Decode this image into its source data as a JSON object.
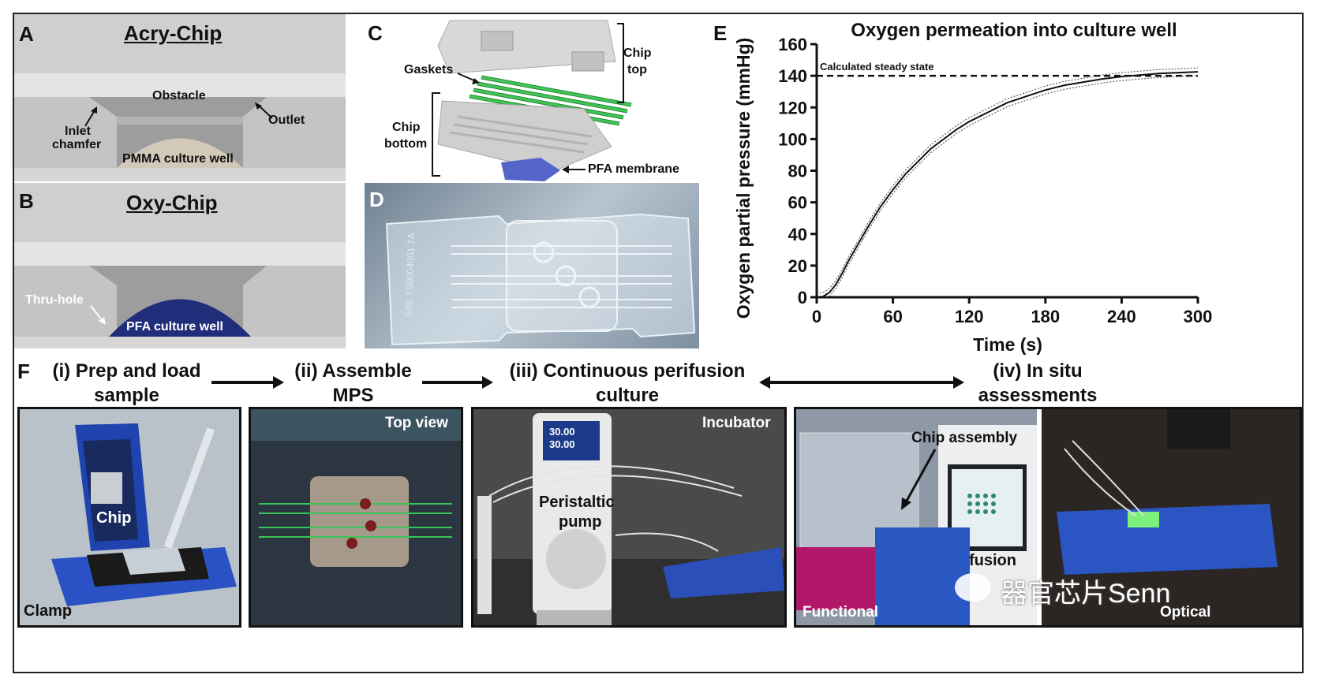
{
  "panels": {
    "A": {
      "letter": "A",
      "title": "Acry-Chip",
      "labels": {
        "obstacle": "Obstacle",
        "inlet": "Inlet",
        "chamfer": "chamfer",
        "outlet": "Outlet",
        "well": "PMMA culture well"
      }
    },
    "B": {
      "letter": "B",
      "title": "Oxy-Chip",
      "labels": {
        "thru_hole": "Thru-hole",
        "well": "PFA culture well"
      }
    },
    "C": {
      "letter": "C",
      "labels": {
        "gaskets": "Gaskets",
        "chip_top_1": "Chip",
        "chip_top_2": "top",
        "chip_bottom_1": "Chip",
        "chip_bottom_2": "bottom",
        "membrane": "PFA membrane"
      }
    },
    "D": {
      "letter": "D",
      "serial": "S/N: TS0004051 7A"
    },
    "E": {
      "letter": "E"
    },
    "F": {
      "letter": "F",
      "steps": [
        {
          "line1": "(i) Prep and load",
          "line2": "sample"
        },
        {
          "line1": "(ii) Assemble",
          "line2": "MPS"
        },
        {
          "line1": "(iii) Continuous perifusion",
          "line2": "culture"
        },
        {
          "line1": "(iv) In situ",
          "line2": "assessments"
        }
      ],
      "photo1": {
        "chip": "Chip",
        "clamp": "Clamp"
      },
      "photo2": {
        "view": "Top view"
      },
      "photo3": {
        "place": "Incubator",
        "pump1": "Peristaltic",
        "pump2": "pump",
        "lcd1": "30.00",
        "lcd2": "30.00"
      },
      "photo4": {
        "assembly": "Chip assembly",
        "functional": "Functional",
        "optical": "Optical",
        "machine1": "fusion"
      }
    }
  },
  "watermark": "器官芯片Senn",
  "chart_data": {
    "type": "line",
    "title": "Oxygen permeation into culture well",
    "xlabel": "Time (s)",
    "ylabel": "Oxygen partial pressure (mmHg)",
    "xlim": [
      0,
      300
    ],
    "ylim": [
      0,
      160
    ],
    "xticks": [
      0,
      60,
      120,
      180,
      240,
      300
    ],
    "yticks": [
      0,
      20,
      40,
      60,
      80,
      100,
      120,
      140,
      160
    ],
    "reference_line": {
      "label": "Calculated steady state",
      "y": 140,
      "style": "dashed"
    },
    "series": [
      {
        "x": [
          0,
          5,
          10,
          15,
          20,
          25,
          30,
          40,
          50,
          60,
          70,
          80,
          90,
          100,
          110,
          120,
          135,
          150,
          165,
          180,
          195,
          210,
          225,
          240,
          255,
          270,
          285,
          300
        ],
        "y": [
          0,
          0.5,
          3,
          8,
          15,
          23,
          30,
          44,
          57,
          68,
          78,
          86,
          94,
          100,
          106,
          111,
          117,
          123,
          127,
          131,
          134,
          136,
          138,
          139.5,
          140.5,
          141.5,
          142,
          142.5
        ],
        "band": 2.5
      }
    ],
    "grid": false,
    "legend": "none"
  }
}
